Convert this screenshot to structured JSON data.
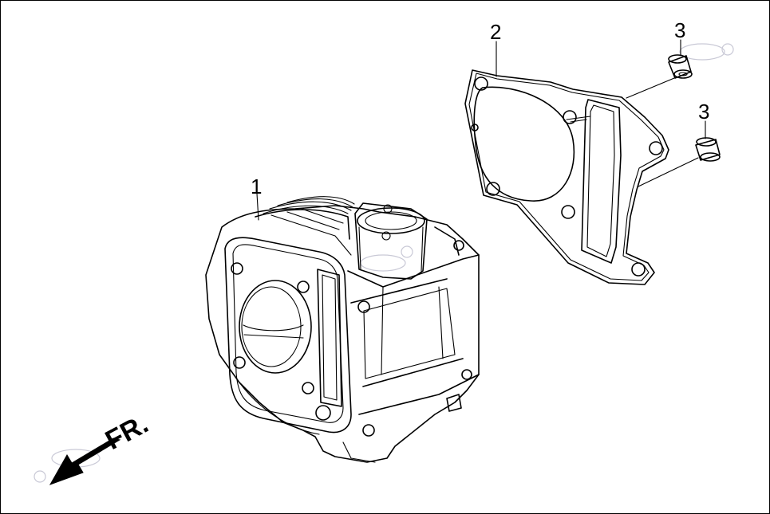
{
  "callouts": {
    "cylinder": "1",
    "gasket": "2",
    "dowel_upper": "3",
    "dowel_lower": "3"
  },
  "direction": {
    "label": "FR."
  },
  "colors": {
    "line": "#000000",
    "background": "#ffffff",
    "watermark": "#c9c9d6"
  },
  "icons": {
    "direction_arrow": "arrow-down-left-icon",
    "watermark": "watermark-logo-icon"
  }
}
